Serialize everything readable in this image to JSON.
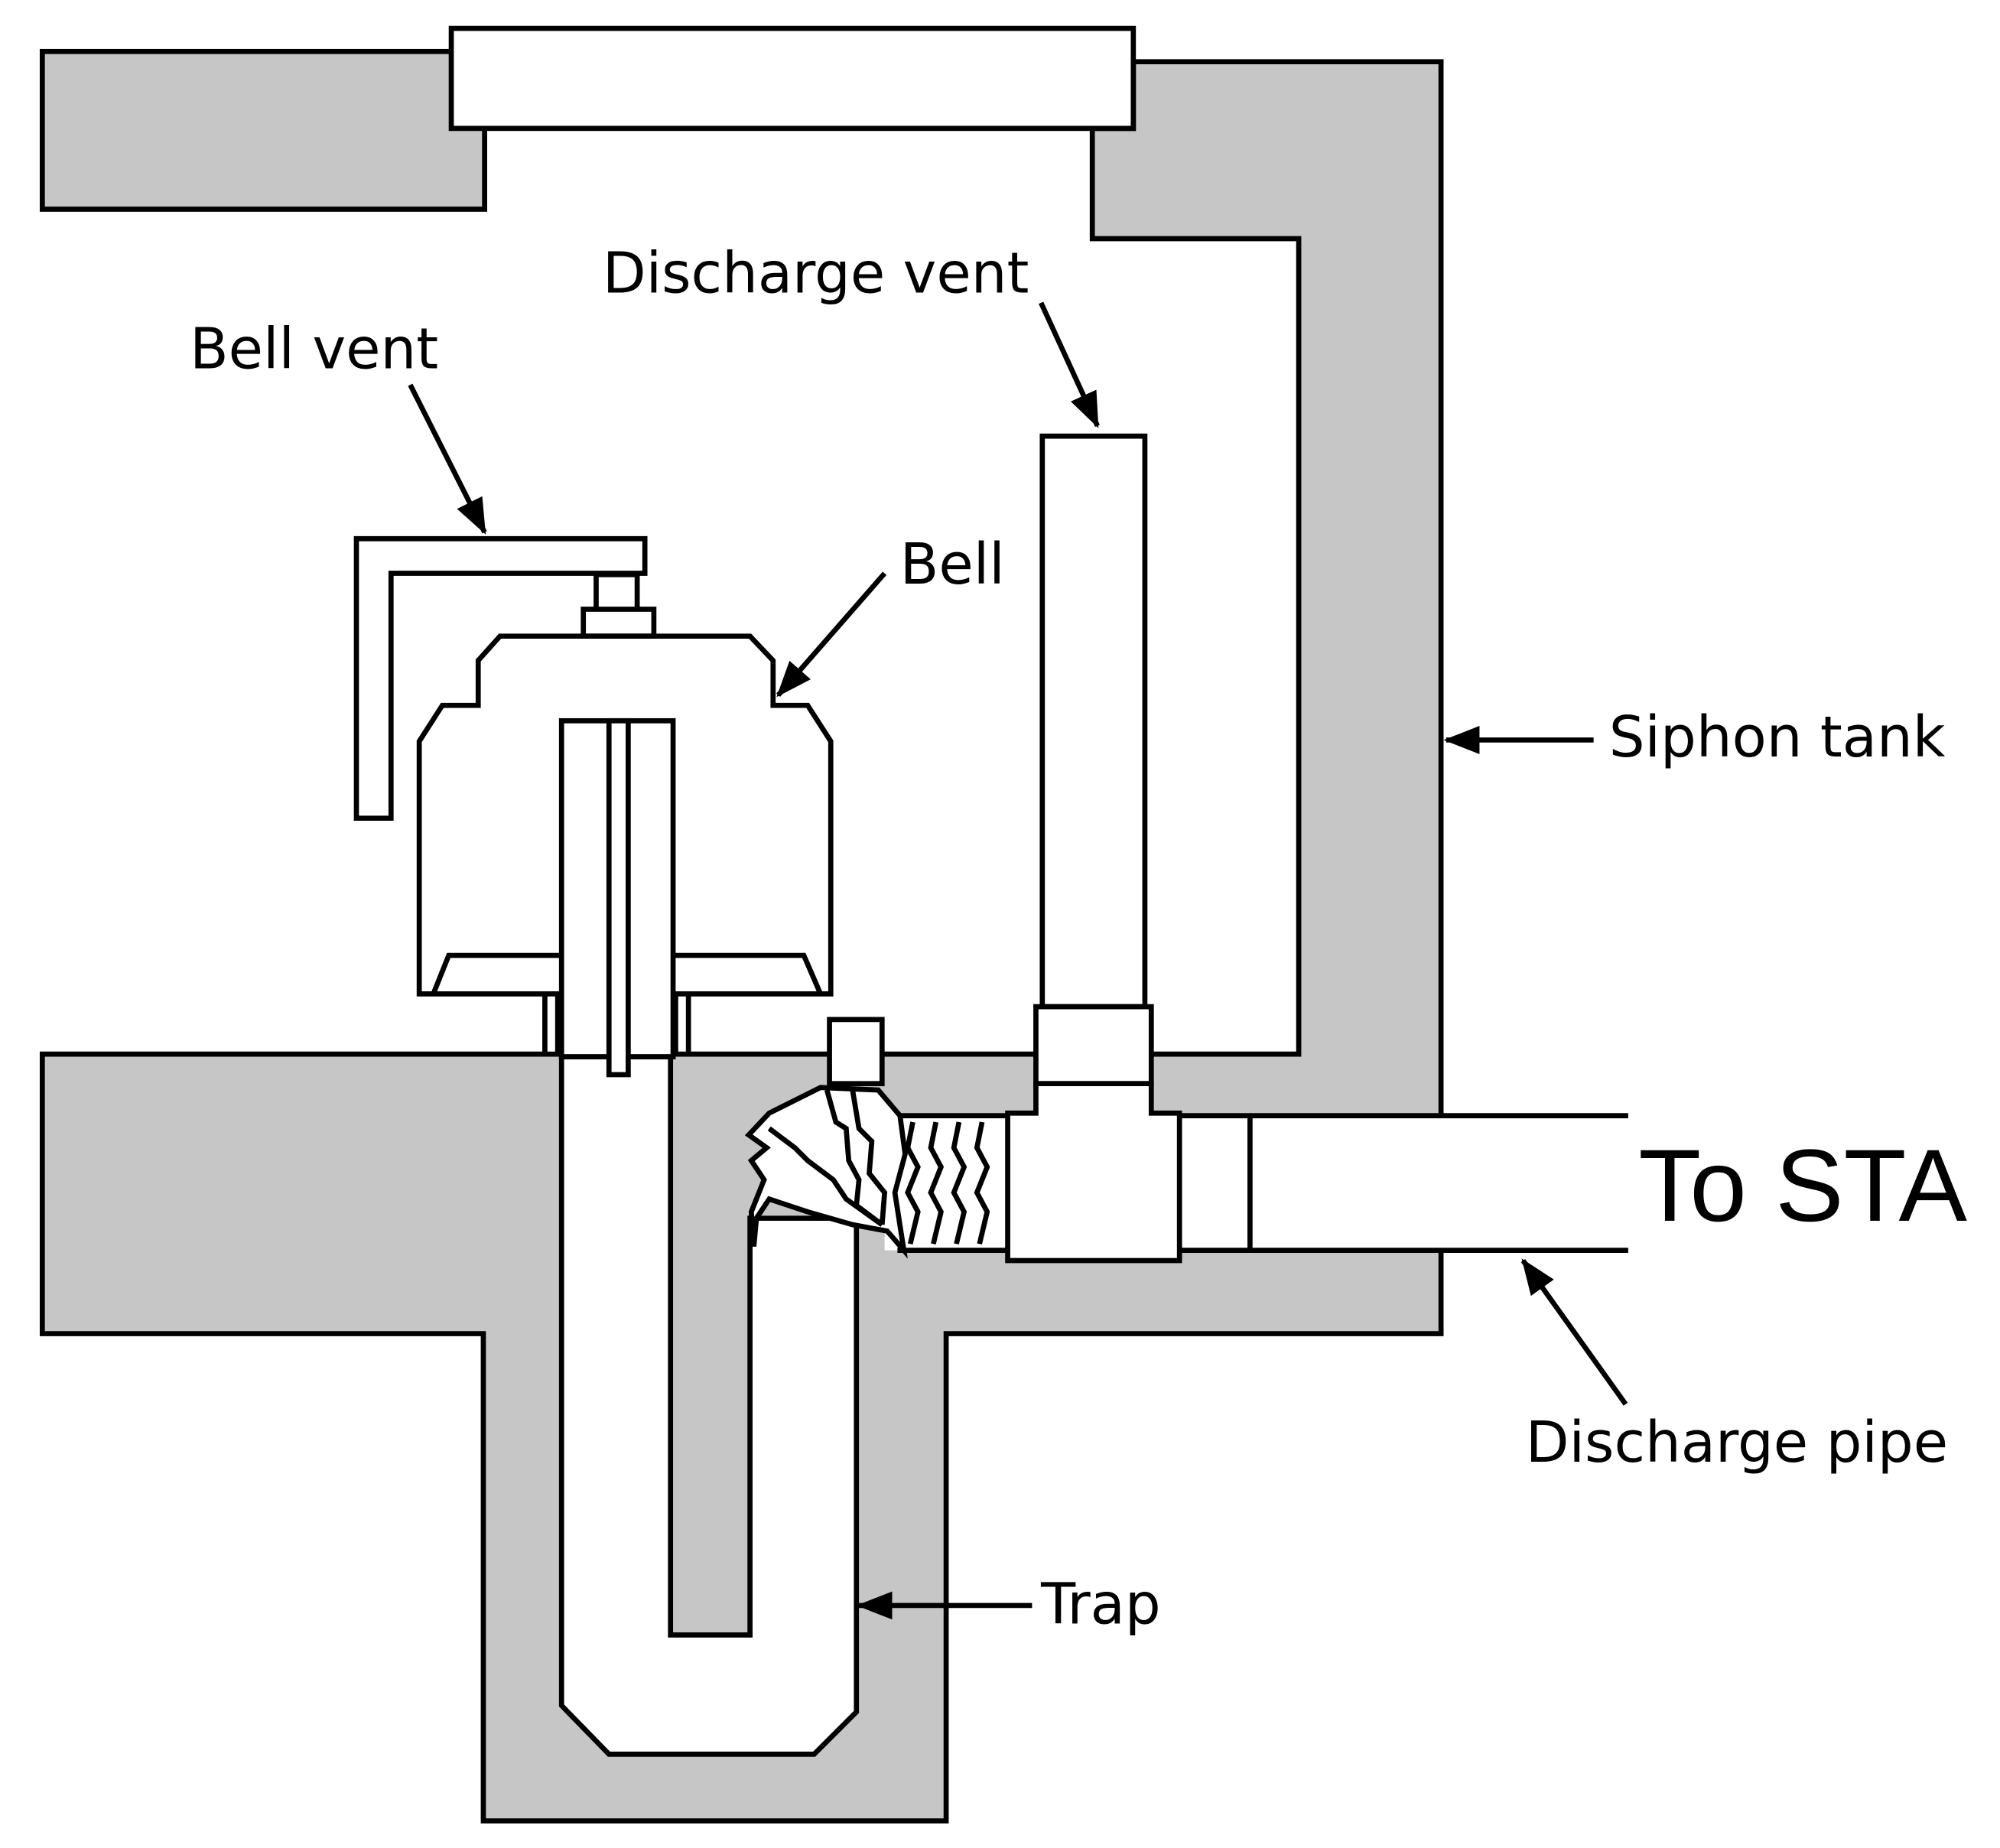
{
  "labels": {
    "discharge_vent": "Discharge vent",
    "bell_vent": "Bell vent",
    "bell": "Bell",
    "siphon_tank": "Siphon tank",
    "to_sta": "To STA",
    "discharge_pipe": "Discharge pipe",
    "trap": "Trap"
  },
  "colors": {
    "concrete": "#c6c6c6",
    "outline": "#000000",
    "background": "#ffffff"
  }
}
